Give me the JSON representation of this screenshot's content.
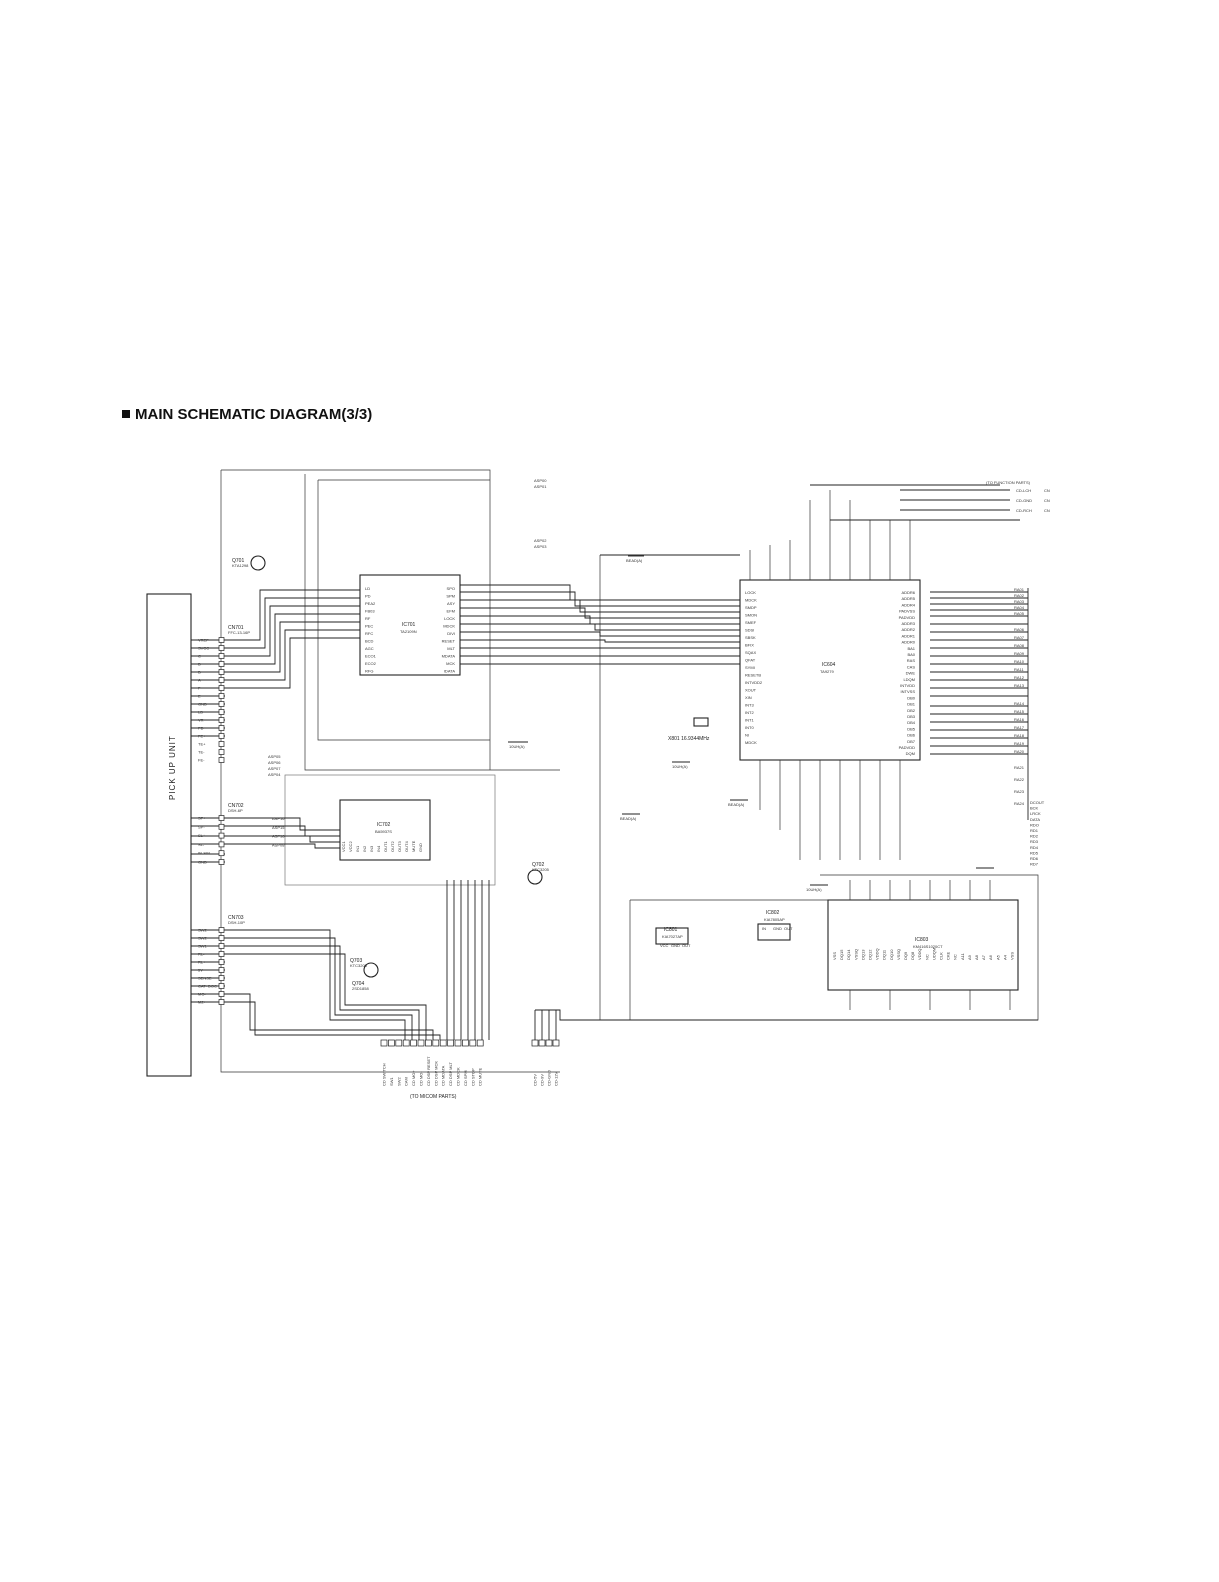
{
  "page": {
    "title": "MAIN SCHEMATIC  DIAGRAM(3/3)"
  },
  "pickup": {
    "label": "PICK UP UNIT",
    "connectors": [
      {
        "ref": "CN701",
        "type": "FFC-13-16P",
        "pins": [
          "VREF",
          "SVCC",
          "C",
          "D",
          "B",
          "A",
          "F",
          "E",
          "GND",
          "LD",
          "VR",
          "PD",
          "FE+",
          "TE+",
          "TE-",
          "FE-"
        ]
      },
      {
        "ref": "CN702",
        "type": "DSH-6P",
        "pins": [
          "SP+",
          "SP-",
          "SL+",
          "SL-",
          "IN-SW",
          "GND"
        ]
      },
      {
        "ref": "CN703",
        "type": "DSH-10P",
        "pins": [
          "SW2",
          "SW2",
          "SW1",
          "RL-",
          "RL+",
          "5V",
          "SENSE",
          "CAT+DOC",
          "MC-",
          "M2+"
        ]
      }
    ]
  },
  "ics": [
    {
      "ref": "IC701",
      "part": "TA2109N",
      "left_pins": [
        "LD",
        "PD",
        "PEA2",
        "FB03",
        "RF",
        "PEC",
        "RFC",
        "BCD",
        "AGC",
        "ECO1",
        "ECO2",
        "RFG"
      ],
      "right_pins": [
        "SPO",
        "SPM",
        "ASY",
        "EFM",
        "LOCK",
        "MDCK",
        "DIVI",
        "RESET",
        "MLT",
        "MDATA",
        "MCK",
        "IDATA"
      ]
    },
    {
      "ref": "IC702",
      "part": "BA5937S",
      "pins": [
        "VCC1",
        "VCC2",
        "IN1",
        "IN2",
        "IN3",
        "IN4",
        "OUT1",
        "OUT2",
        "OUT3",
        "OUT4",
        "MUTE",
        "GND"
      ]
    },
    {
      "ref": "IC604",
      "part": "TA9279",
      "left_pins": [
        "LOCK",
        "MDCK",
        "SMDP",
        "SMON",
        "SMEF",
        "SDSI",
        "SBSK",
        "BFIX",
        "SQAX",
        "QFAT",
        "SYMI",
        "RESETB",
        "INTVDD2",
        "XOUT",
        "XIN",
        "INT3",
        "INT2",
        "INT1",
        "INT0",
        "NI",
        "MDCK"
      ],
      "right_pins": [
        "ADDR6",
        "ADDR5",
        "ADDR4",
        "PADVSS",
        "PADVDD",
        "ADDR3",
        "ADDR2",
        "ADDR1",
        "ADDR0",
        "BA1",
        "BA0",
        "RAS",
        "CAS",
        "DWE",
        "LDQM",
        "INTVDD",
        "INTVSS",
        "DB0",
        "DB1",
        "DB2",
        "DB3",
        "DB4",
        "DB5",
        "DB6",
        "DB7",
        "PADVDD",
        "DQM"
      ]
    },
    {
      "ref": "IC801",
      "part": "KIA7027AP",
      "pins": [
        "VCC",
        "GND",
        "OUT"
      ]
    },
    {
      "ref": "IC802",
      "part": "KIA7805AP",
      "pins": [
        "IN",
        "GND",
        "OUT"
      ]
    },
    {
      "ref": "IC803",
      "part": "KM416S1020CT",
      "pins": [
        "VSS",
        "DQ15",
        "DQ14",
        "VSSQ",
        "DQ13",
        "DQ12",
        "VDDQ",
        "DQ11",
        "DQ10",
        "VSSQ",
        "DQ9",
        "DQ8",
        "VDDQ",
        "NC",
        "UDQM",
        "CLK",
        "CKE",
        "NC",
        "A11",
        "A9",
        "A8",
        "A7",
        "A6",
        "A5",
        "A4",
        "VSS"
      ]
    }
  ],
  "transistors": [
    {
      "ref": "Q701",
      "part": "KTA1298"
    },
    {
      "ref": "Q702",
      "part": "KTC3205"
    },
    {
      "ref": "Q703",
      "part": "KTC3205"
    },
    {
      "ref": "Q704",
      "part": "2SD1858"
    }
  ],
  "crystal": {
    "ref": "X801",
    "value": "16.9344MHz"
  },
  "nets": {
    "asp_top": [
      "ASP00",
      "ASP01",
      "ASP02",
      "ASP03"
    ],
    "sled": [
      "ASP05",
      "ASP06",
      "ASP07",
      "ASP04"
    ],
    "drive": [
      "ASP16",
      "ASP15",
      "ASP18",
      "ASP08"
    ],
    "ram_bus": [
      "RA01",
      "RA02",
      "RA03",
      "RA04",
      "RA05",
      "RA06",
      "RA07",
      "RA08",
      "RA09",
      "RA10",
      "RA11",
      "RA12",
      "RA13",
      "RA14",
      "RA15",
      "RA16",
      "RA17",
      "RA18",
      "RA19",
      "RA20",
      "RA21",
      "RA22",
      "RA23",
      "RA24"
    ],
    "ram_side": [
      "DCOUT",
      "BCK",
      "LRCK",
      "DATA",
      "RDO",
      "RD1",
      "RD2",
      "RD3",
      "RD4",
      "RD5",
      "RD6",
      "RD7"
    ]
  },
  "to_function_parts": {
    "label": "(TO FUNCTION PARTS)",
    "signals": [
      "CD-LCH",
      "CD-GND",
      "CD-RCH"
    ],
    "refs": [
      "CN",
      "CN",
      "CN"
    ]
  },
  "to_micom_parts": {
    "label": "(TO MICOM PARTS)",
    "signals": [
      "CD SWITCH",
      "SW1",
      "SW2",
      "CAM",
      "CD MO+",
      "CD MO-",
      "CD DSP RESET",
      "CD DSP MCK",
      "CD MDATA",
      "CD DSP MLT",
      "CD MDCK",
      "CD SPM",
      "CD STOP",
      "CD MUTE"
    ],
    "right_signals": [
      "CD-5V",
      "CD-9V",
      "CD-GND",
      "CD-12V"
    ]
  },
  "power_labels": [
    "BEAD(A)",
    "10UH(A)",
    "BEAD(A)",
    "10UH(A)",
    "BEAD(A)",
    "10UH(A)"
  ]
}
